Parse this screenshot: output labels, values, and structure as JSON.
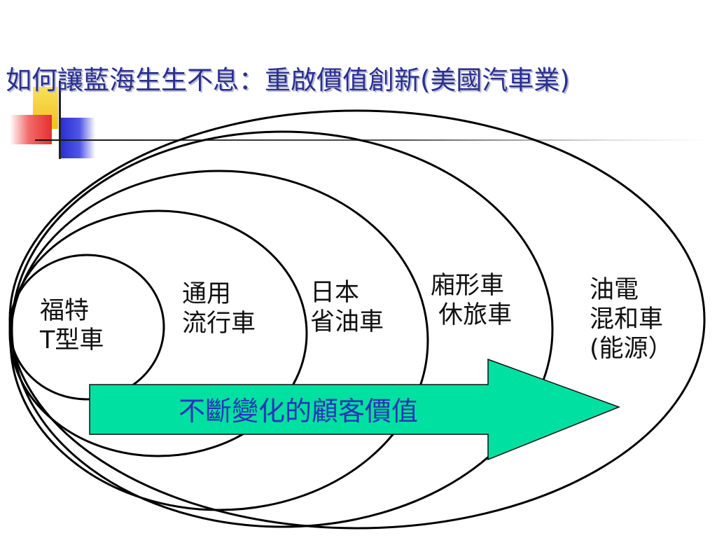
{
  "slide": {
    "title": "如何讓藍海生生不息：重啟價值創新(美國汽車業)"
  },
  "diagram": {
    "circles": [
      {
        "lines": [
          "福特",
          "T型車"
        ]
      },
      {
        "lines": [
          "通用",
          "流行車"
        ]
      },
      {
        "lines": [
          "日本",
          "省油車"
        ]
      },
      {
        "lines": [
          "廂形車",
          " 休旅車"
        ]
      },
      {
        "lines": [
          "油電",
          "混和車",
          "(能源）"
        ]
      }
    ],
    "arrow_label": "不斷變化的顧客價值",
    "colors": {
      "arrow_fill": "#00e0a0",
      "arrow_text": "#2a33b8",
      "title_text": "#2a2f8f",
      "ellipse_stroke": "#000000"
    }
  }
}
